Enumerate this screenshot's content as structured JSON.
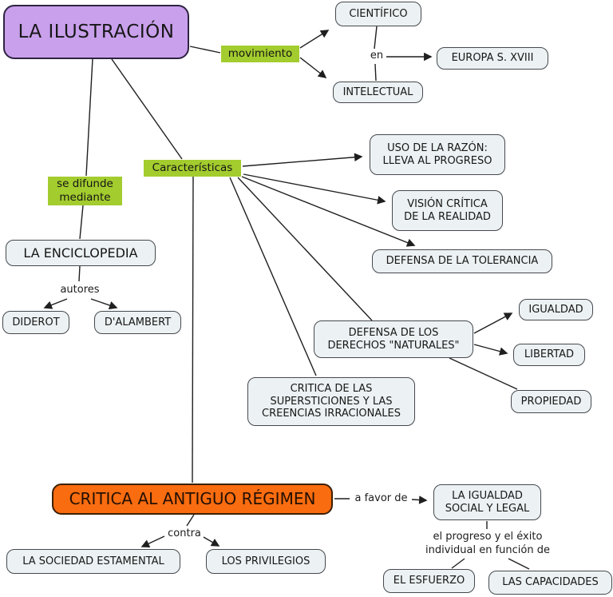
{
  "nodes": {
    "ilustracion": {
      "label": "LA ILUSTRACIÓN"
    },
    "cientifico": {
      "label": "CIENTÍFICO"
    },
    "intelectual": {
      "label": "INTELECTUAL"
    },
    "europa": {
      "label": "EUROPA S. XVIII"
    },
    "enciclopedia": {
      "label": "LA ENCICLOPEDIA"
    },
    "diderot": {
      "label": "DIDEROT"
    },
    "dalambert": {
      "label": "D'ALAMBERT"
    },
    "uso_razon": {
      "label": "USO DE LA RAZÓN:\nLLEVA AL PROGRESO"
    },
    "vision_critica": {
      "label": "VISIÓN CRÍTICA\nDE LA REALIDAD"
    },
    "tolerancia": {
      "label": "DEFENSA DE LA TOLERANCIA"
    },
    "derechos": {
      "label": "DEFENSA DE LOS\nDERECHOS \"NATURALES\""
    },
    "igualdad": {
      "label": "IGUALDAD"
    },
    "libertad": {
      "label": "LIBERTAD"
    },
    "propiedad": {
      "label": "PROPIEDAD"
    },
    "supersticiones": {
      "label": "CRITICA DE LAS\nSUPERSTICIONES Y LAS\nCREENCIAS IRRACIONALES"
    },
    "antiguo_regimen": {
      "label": "CRITICA AL ANTIGUO RÉGIMEN"
    },
    "sociedad": {
      "label": "LA SOCIEDAD ESTAMENTAL"
    },
    "privilegios": {
      "label": "LOS PRIVILEGIOS"
    },
    "igualdad_social": {
      "label": "LA IGUALDAD\nSOCIAL Y LEGAL"
    },
    "esfuerzo": {
      "label": "EL ESFUERZO"
    },
    "capacidades": {
      "label": "LAS CAPACIDADES"
    }
  },
  "connectors": {
    "movimiento": "movimiento",
    "se_difunde": "se difunde\nmediante",
    "caracteristicas": "Características",
    "en": "en",
    "autores": "autores",
    "contra": "contra",
    "a_favor_de": "a favor de",
    "progreso": "el progreso y el éxito\nindividual en función de"
  },
  "colors": {
    "purple": "#C9A0EC",
    "green": "#A3CC2E",
    "orange": "#F96C0F",
    "node_fill": "#ECF1F3",
    "node_border": "#45494E",
    "line": "#1F1F1F"
  }
}
